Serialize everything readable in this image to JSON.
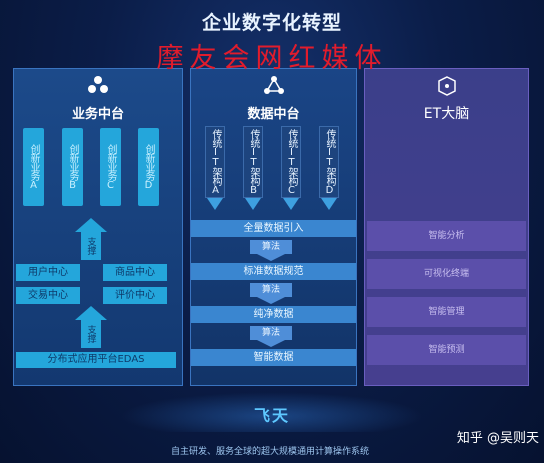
{
  "title": "企业数字化转型",
  "watermark": "摩友会网红媒体",
  "business": {
    "title": "业务中台",
    "innovations": [
      "创新业务A",
      "创新业务B",
      "创新业务C",
      "创新业务D"
    ],
    "support_label": "支撑",
    "centers": [
      "用户中心",
      "商品中心",
      "交易中心",
      "评价中心"
    ],
    "platform": "分布式应用平台EDAS"
  },
  "data": {
    "title": "数据中台",
    "legacy": [
      "传统IT架构A",
      "传统IT架构B",
      "传统IT架构C",
      "传统IT架构D"
    ],
    "steps": [
      "全量数据引入",
      "标准数据规范",
      "纯净数据",
      "智能数据"
    ],
    "algo_label": "算法"
  },
  "et": {
    "title": "ET大脑",
    "items": [
      "智能分析",
      "可视化终端",
      "智能管理",
      "智能预测"
    ]
  },
  "bottom": {
    "title": "飞天",
    "subtitle": "自主研发、服务全球的超大规模通用计算操作系统"
  },
  "credit": "知乎 @吴则天",
  "colors": {
    "background": "#0b1d48",
    "accent_cyan": "#24a6db",
    "et_purple": "#5b4faa",
    "watermark_red": "#e21c2c"
  },
  "icons": [
    "cluster-icon",
    "network-triangle-icon",
    "cube-icon"
  ]
}
